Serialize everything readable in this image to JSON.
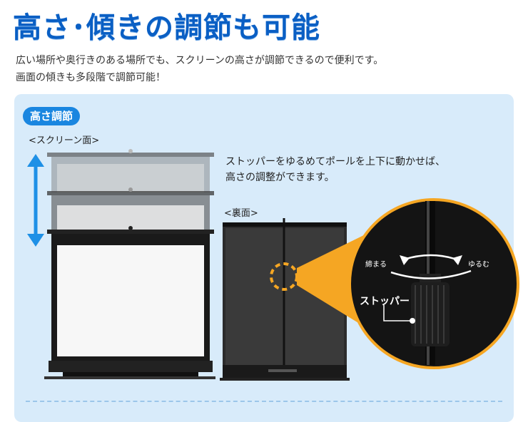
{
  "title": "高さ･傾きの調節も可能",
  "intro_line1": "広い場所や奥行きのある場所でも、スクリーンの高さが調節できるので便利です。",
  "intro_line2": "画面の傾きも多段階で調節可能！",
  "section_badge": "高さ調節",
  "screen_face_label": "<スクリーン面>",
  "back_label": "<裏面>",
  "description_line1": "ストッパーをゆるめてポールを上下に動かせば、",
  "description_line2": "高さの調整ができます。",
  "tighten_label": "締まる",
  "loosen_label": "ゆるむ",
  "stopper_label": "ストッパー",
  "colors": {
    "title": "#0a5fc4",
    "badge": "#1a86e0",
    "panel": "#d8ebfa",
    "arrow": "#1e90e6",
    "callout": "#f5a623"
  }
}
